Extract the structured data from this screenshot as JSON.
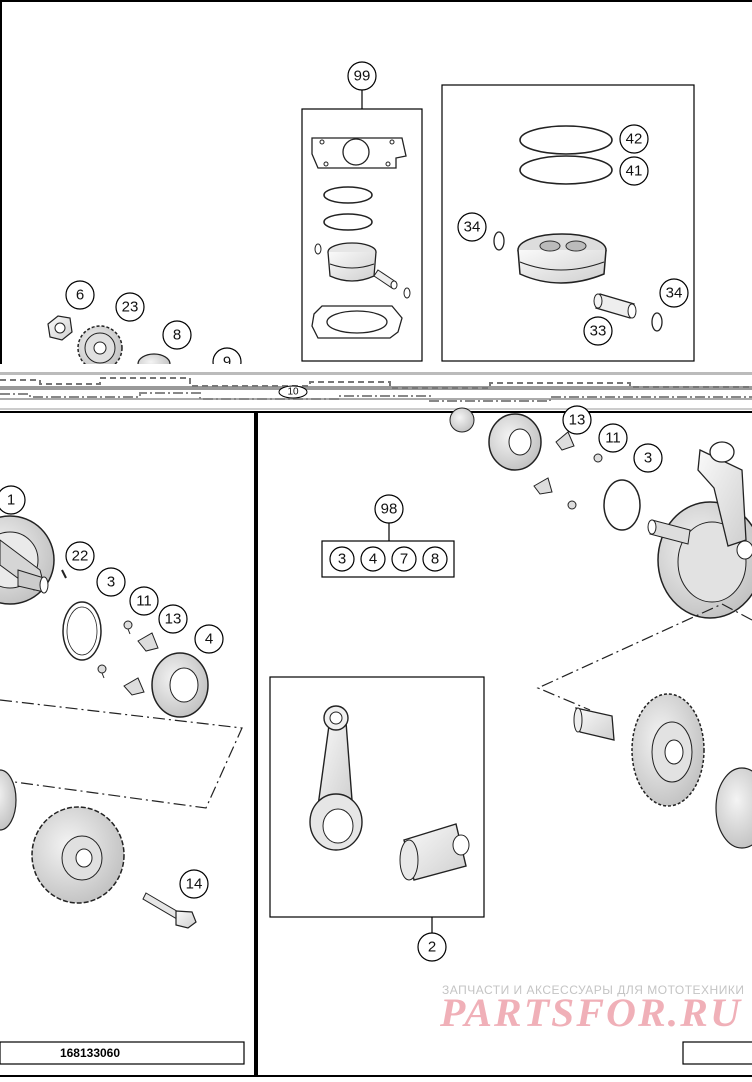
{
  "callouts_top": {
    "c99": "99",
    "c42": "42",
    "c41": "41",
    "c34a": "34",
    "c34b": "34",
    "c33": "33",
    "c6": "6",
    "c23": "23",
    "c8": "8",
    "c9": "9",
    "c10": "10"
  },
  "callouts_left": {
    "c1": "1",
    "c22": "22",
    "c3": "3",
    "c11": "11",
    "c13": "13",
    "c4": "4",
    "c14": "14"
  },
  "callouts_right": {
    "c13": "13",
    "c11": "11",
    "c3": "3",
    "c98": "98",
    "c2": "2"
  },
  "kit_98_items": [
    "3",
    "4",
    "7",
    "8"
  ],
  "drawing_code": "168133060",
  "watermark": {
    "subtitle": "ЗАПЧАСТИ И АКСЕССУАРЫ ДЛЯ МОТОТЕХНИКИ",
    "brand": "PARTSFOR.RU",
    "colors": {
      "brand": "#f0b0b8",
      "subtitle": "#c4c4c4"
    }
  }
}
